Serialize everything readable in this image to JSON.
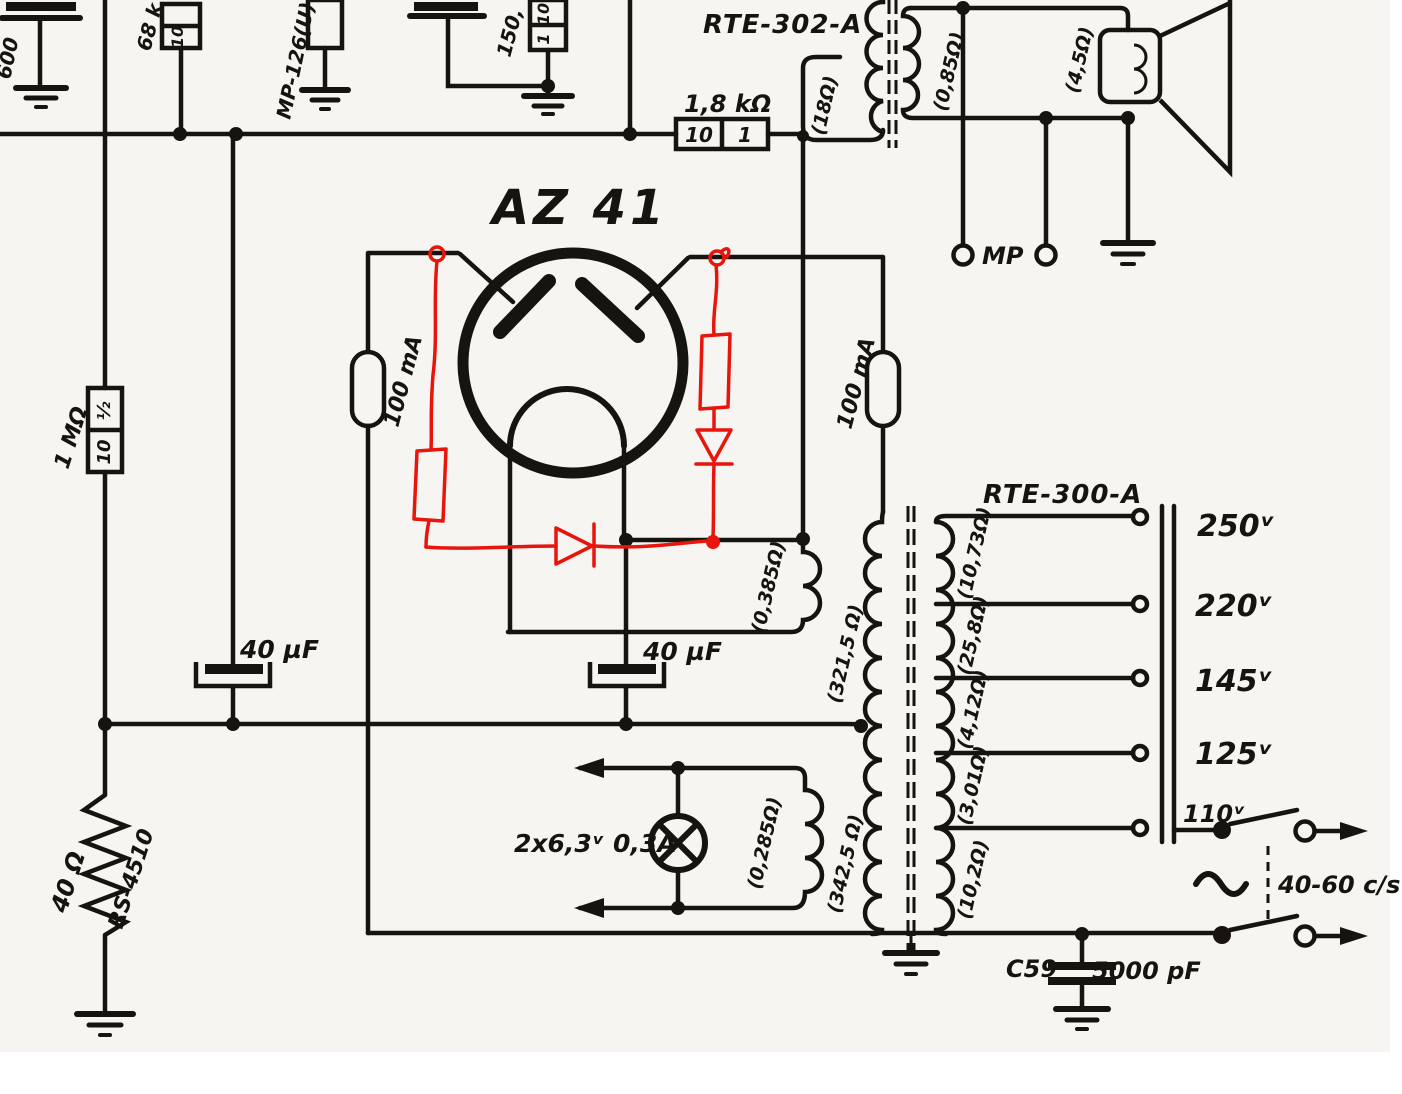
{
  "colors": {
    "ink": "#17130f",
    "annotation": "#e8150c",
    "paper": "#f6f5f1"
  },
  "component_labels": {
    "rectifier_tube": "AZ 41",
    "output_transformer": "RTE-302-A",
    "power_transformer": "RTE-300-A",
    "filter_resistor": {
      "value": "1,8 kΩ",
      "cells": [
        "10",
        "1"
      ]
    },
    "fuse_left": "100 mA",
    "fuse_right": "100 mA",
    "filter_cap_left": "40 µF",
    "filter_cap_right": "40 µF",
    "resistor_1m": {
      "value": "1 MΩ",
      "cells": [
        "½",
        "10"
      ]
    },
    "bleeder_resistor": {
      "value": "40 Ω",
      "type": "RS-4510"
    },
    "pilot_lamps": "2x6,3ᵛ 0,3A",
    "speaker_terminals": "MP",
    "mains_freq": "40-60 c/s",
    "cap_c59": {
      "ref": "C59",
      "value": "5000 pF"
    },
    "resistor_68k": {
      "value": "68 k",
      "cells": [
        "10"
      ]
    },
    "electrolytic_mp126": "MP-126(U)",
    "resistor_150": {
      "value": "150,",
      "cells": [
        "10",
        "1"
      ]
    },
    "cap_600": "600"
  },
  "winding_labels": {
    "output_primary": "(18Ω)",
    "output_secondary": "(0,85Ω)",
    "speaker_coil": "(4,5Ω)",
    "rectifier_filament": "(0,385Ω)",
    "hv_upper": "(321,5 Ω)",
    "hv_lower": "(342,5 Ω)",
    "heater_lamp": "(0,285Ω)",
    "mains_sections": [
      "(10,73Ω)",
      "(25,8Ω)",
      "(4,12Ω)",
      "(3,01Ω)",
      "(10,2Ω)"
    ]
  },
  "voltage_taps": [
    "250ᵛ",
    "220ᵛ",
    "145ᵛ",
    "125ᵛ",
    "110ᵛ"
  ]
}
